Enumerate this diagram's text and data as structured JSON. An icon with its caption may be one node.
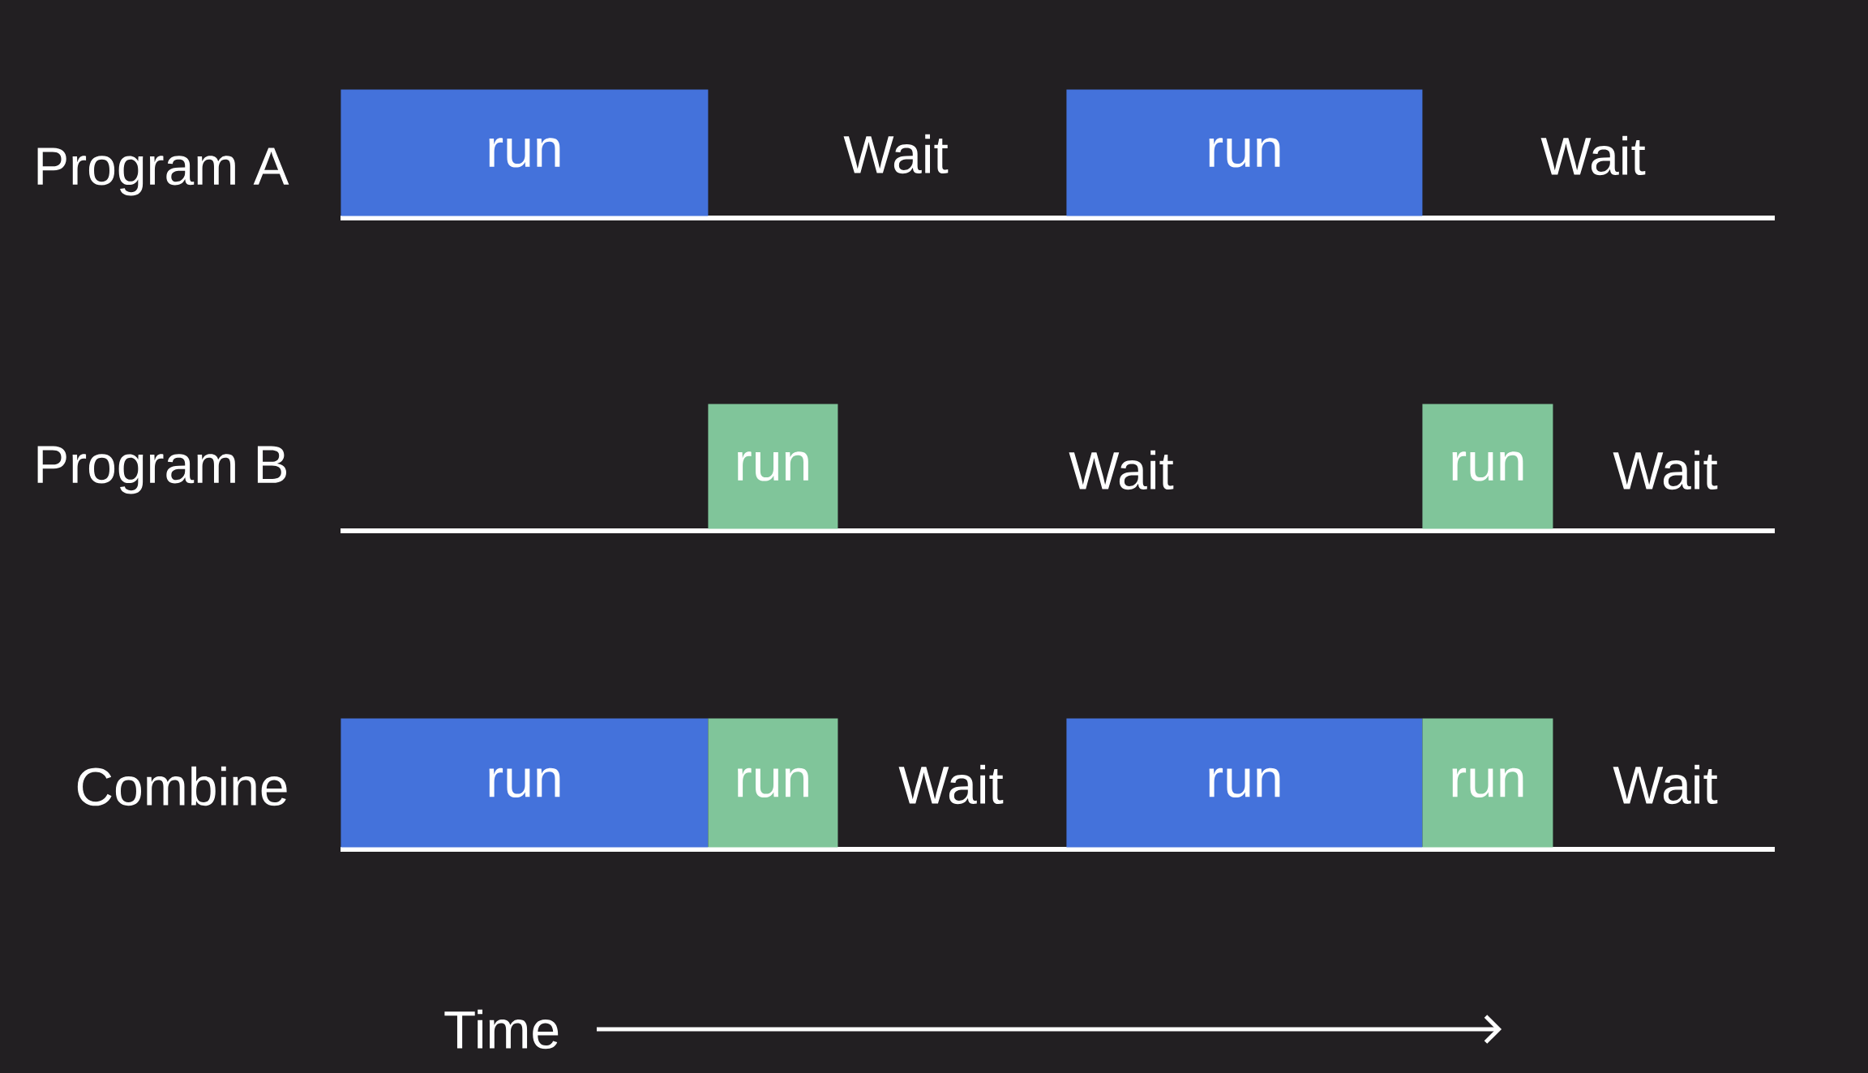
{
  "diagram": {
    "nodes": [
      {
        "text": [
          "run"
        ]
      },
      {
        "text": [
          "run"
        ]
      },
      {
        "text": [
          "run"
        ]
      },
      {
        "text": [
          "run"
        ]
      },
      {
        "text": [
          "run"
        ]
      },
      {
        "text": [
          "run"
        ]
      },
      {
        "text": [
          "run"
        ]
      },
      {
        "text": [
          "run"
        ]
      }
    ],
    "labels": [
      "Program A",
      "Wait",
      "Wait",
      "Program B",
      "Wait",
      "Wait",
      "Combine",
      "Wait",
      "Wait",
      "Time"
    ]
  }
}
